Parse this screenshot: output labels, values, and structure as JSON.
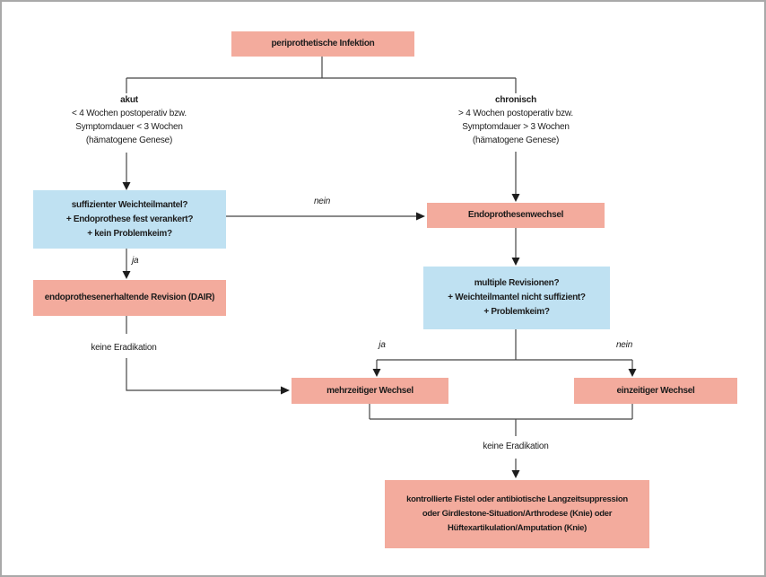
{
  "diagram": {
    "root": {
      "label": "periprothetische Infektion"
    },
    "branches": {
      "akut": {
        "title": "akut",
        "lines": [
          "< 4 Wochen postoperativ bzw.",
          "Symptomdauer < 3 Wochen",
          "(hämatogene Genese)"
        ]
      },
      "chronisch": {
        "title": "chronisch",
        "lines": [
          "> 4 Wochen postoperativ bzw.",
          "Symptomdauer > 3 Wochen",
          "(hämatogene Genese)"
        ]
      }
    },
    "nodes": {
      "weichteilmantel_frage": {
        "lines": [
          "suffizienter Weichteilmantel?",
          "+ Endoprothese fest verankert?",
          "+ kein Problemkeim?"
        ]
      },
      "endoprothesenwechsel": {
        "label": "Endoprothesenwechsel"
      },
      "dair": {
        "label": "endoprothesenerhaltende Revision (DAIR)"
      },
      "revisionen_frage": {
        "lines": [
          "multiple Revisionen?",
          "+ Weichteilmantel nicht suffizient?",
          "+ Problemkeim?"
        ]
      },
      "mehrzeitiger_wechsel": {
        "label": "mehrzeitiger Wechsel"
      },
      "einzeitiger_wechsel": {
        "label": "einzeitiger Wechsel"
      },
      "final": {
        "lines": [
          "kontrollierte Fistel oder antibiotische Langzeitsuppression",
          "oder Girdlestone-Situation/Arthrodese (Knie) oder",
          "Hüftexartikulation/Amputation (Knie)"
        ]
      }
    },
    "edge_labels": {
      "nein_upper": "nein",
      "ja_left": "ja",
      "keine_eradikation_left": "keine Eradikation",
      "ja_mid": "ja",
      "nein_right": "nein",
      "keine_eradikation_bottom": "keine Eradikation"
    }
  },
  "colors": {
    "node_pink": "#f3ab9d",
    "node_blue": "#bfe1f2",
    "line": "#454545",
    "arrow": "#1d1d1d",
    "text": "#1c1c1c"
  }
}
